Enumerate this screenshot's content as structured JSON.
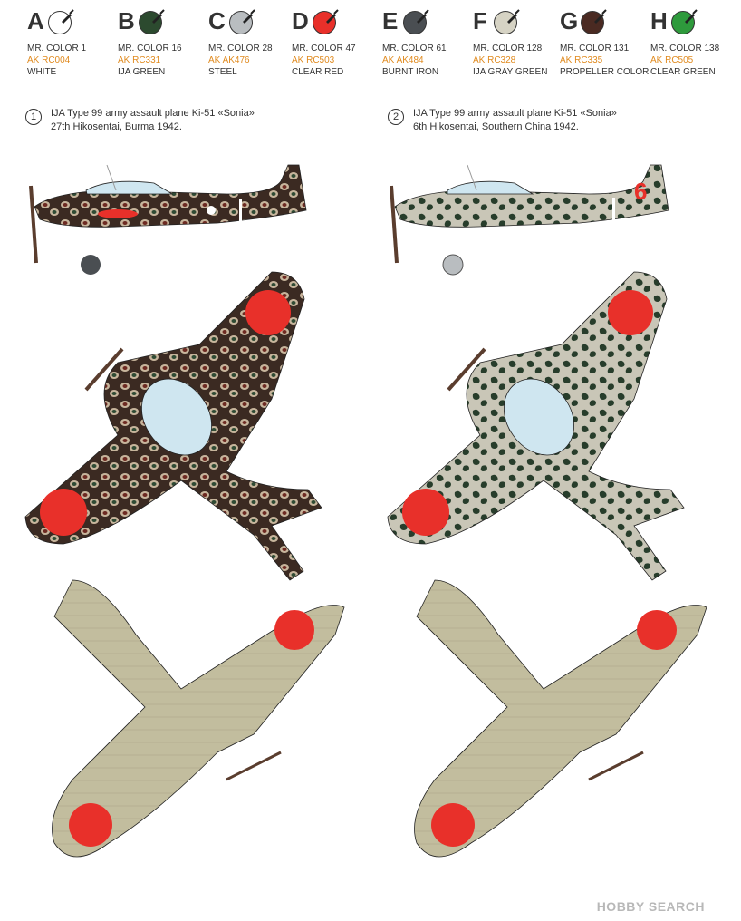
{
  "colors": [
    {
      "letter": "A",
      "mr": "MR. COLOR 1",
      "ak": "AK RC004",
      "name": "WHITE",
      "hex": "#ffffff"
    },
    {
      "letter": "B",
      "mr": "MR. COLOR 16",
      "ak": "AK RC331",
      "name": "IJA GREEN",
      "hex": "#2c4a2f"
    },
    {
      "letter": "C",
      "mr": "MR. COLOR 28",
      "ak": "AK AK476",
      "name": "STEEL",
      "hex": "#b9bdc0"
    },
    {
      "letter": "D",
      "mr": "MR. COLOR 47",
      "ak": "AK RC503",
      "name": "CLEAR RED",
      "hex": "#e8302a"
    },
    {
      "letter": "E",
      "mr": "MR. COLOR 61",
      "ak": "AK AK484",
      "name": "BURNT IRON",
      "hex": "#4a4e52"
    },
    {
      "letter": "F",
      "mr": "MR. COLOR 128",
      "ak": "AK RC328",
      "name": "IJA GRAY GREEN",
      "hex": "#d6d3c4"
    },
    {
      "letter": "G",
      "mr": "MR. COLOR 131",
      "ak": "AK RC335",
      "name": "PROPELLER COLOR",
      "hex": "#4a2a22"
    },
    {
      "letter": "H",
      "mr": "MR. COLOR 138",
      "ak": "AK RC505",
      "name": "CLEAR GREEN",
      "hex": "#2e9a3c"
    }
  ],
  "schemes": [
    {
      "num": "1",
      "line1": "IJA Type 99 army assault plane Ki-51 «Sonia»",
      "line2": "27th Hikosentai, Burma 1942."
    },
    {
      "num": "2",
      "line1": "IJA Type 99 army assault plane Ki-51 «Sonia»",
      "line2": "6th Hikosentai, Southern China 1942."
    }
  ],
  "watermark": "HOBBY SEARCH"
}
